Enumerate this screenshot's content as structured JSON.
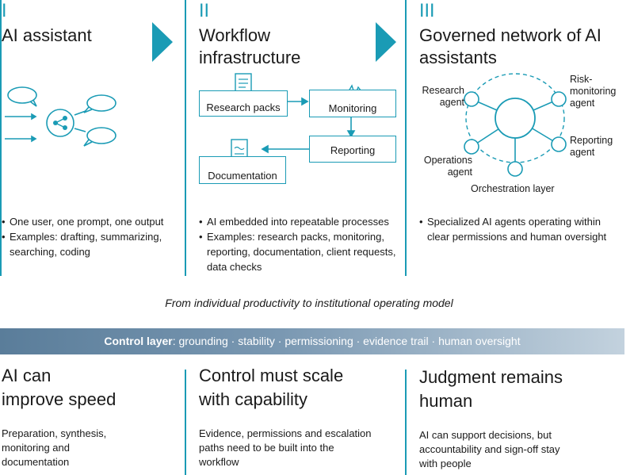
{
  "columns": [
    {
      "numeral": "I",
      "title": "AI assistant",
      "bullets": [
        "One user, one prompt, one output",
        "Examples: drafting, summarizing, searching, coding"
      ]
    },
    {
      "numeral": "II",
      "title_line1": "Workflow",
      "title_line2": "infrastructure",
      "boxes": {
        "research_packs": "Research packs",
        "monitoring": "Monitoring",
        "reporting": "Reporting",
        "documentation": "Documentation"
      },
      "bullets": [
        "AI embedded into repeatable processes",
        "Examples: research packs, monitoring, reporting, documentation, client requests, data checks"
      ]
    },
    {
      "numeral": "III",
      "title_line1": "Governed network of AI",
      "title_line2": "assistants",
      "agents": {
        "research": [
          "Research",
          "agent"
        ],
        "risk": [
          "Risk-",
          "monitoring",
          "agent"
        ],
        "reporting": [
          "Reporting",
          "agent"
        ],
        "operations": [
          "Operations",
          "agent"
        ],
        "orchestration": "Orchestration layer"
      },
      "bullets": [
        "Specialized AI agents operating within clear permissions and human oversight"
      ]
    }
  ],
  "tagline": "From individual productivity to institutional operating model",
  "control_layer": {
    "label": "Control layer",
    "items": ": grounding · stability · permissioning · evidence trail · human oversight"
  },
  "bottom": [
    {
      "title_line1": "AI can",
      "title_line2": "improve speed",
      "text": [
        "Preparation, synthesis,",
        "monitoring and",
        "documentation"
      ]
    },
    {
      "title_line1": "Control must scale",
      "title_line2": "with capability",
      "text": [
        "Evidence, permissions and escalation",
        "paths need to be built into the",
        "workflow"
      ]
    },
    {
      "title_line1": "Judgment remains",
      "title_line2": "human",
      "text": [
        "AI can support decisions, but",
        "accountability and sign-off stay",
        "with people"
      ]
    }
  ],
  "colors": {
    "accent": "#1a9bb5",
    "control_bar_start": "#5a7d9a",
    "control_bar_end": "#c3d2de"
  }
}
